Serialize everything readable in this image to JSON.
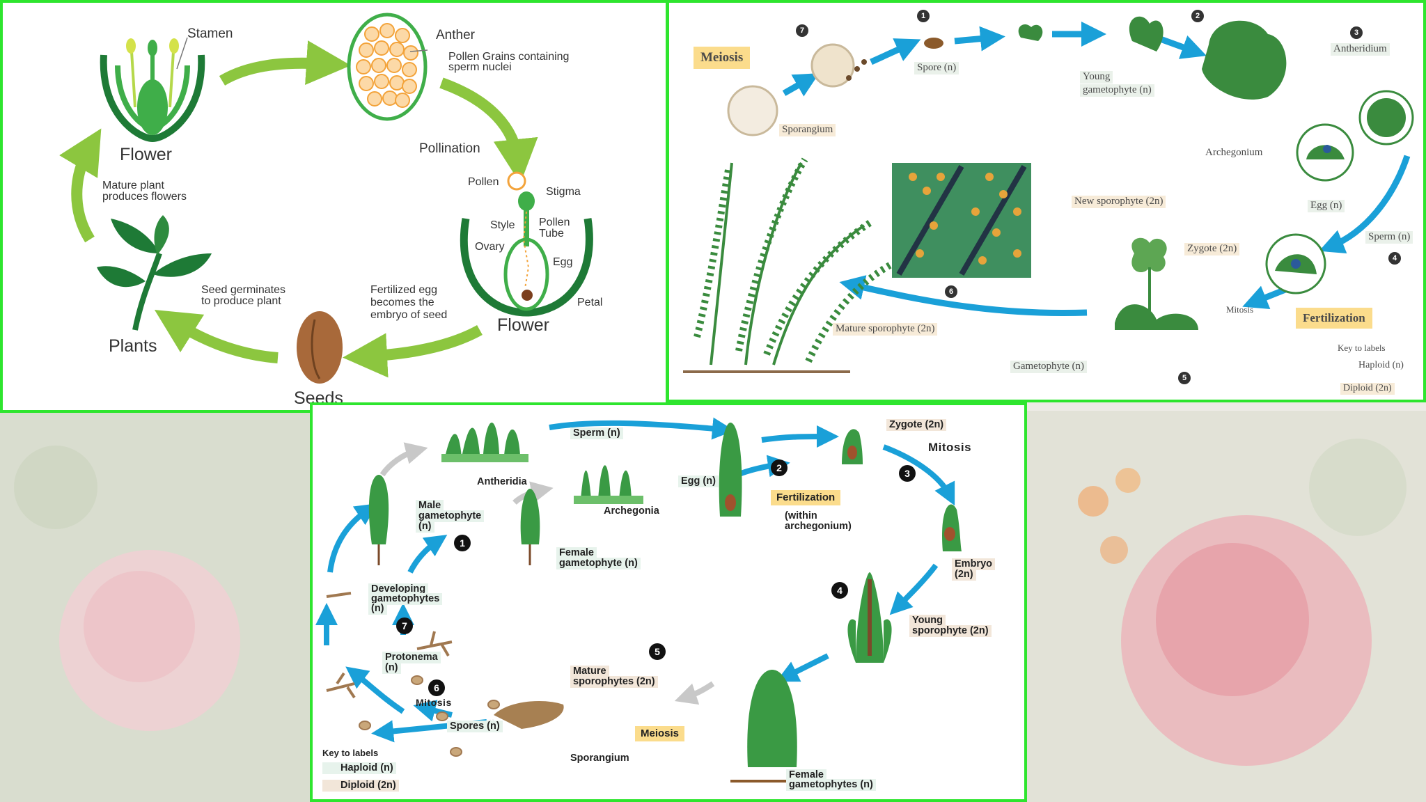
{
  "colors": {
    "panel_border": "#2ee52e",
    "arrow_blue": "#1aa0d8",
    "arrow_green": "#8cc63f",
    "plant_green": "#3c9c46",
    "highlight": "#fbdc8c"
  },
  "flower_cycle": {
    "stamen": "Stamen",
    "anther": "Anther",
    "pollen_grains": [
      "Pollen Grains containing",
      "sperm nuclei"
    ],
    "flower_top": "Flower",
    "pollination": "Pollination",
    "pollen": "Pollen",
    "stigma": "Stigma",
    "style": "Style",
    "pollen_tube": [
      "Pollen",
      "Tube"
    ],
    "ovary": "Ovary",
    "egg": "Egg",
    "petal": "Petal",
    "flower_bottom": "Flower",
    "mature_plant": [
      "Mature plant",
      "produces flowers"
    ],
    "fertilized": [
      "Fertilized egg",
      "becomes the",
      "embryo of seed"
    ],
    "seed_germinates": [
      "Seed germinates",
      "to produce plant"
    ],
    "plants": "Plants",
    "seeds": "Seeds"
  },
  "fern_cycle": {
    "meiosis": "Meiosis",
    "sporangium": "Sporangium",
    "spore": "Spore (n)",
    "young_gametophyte": [
      "Young",
      "gametophyte (n)"
    ],
    "antheridium": "Antheridium",
    "archegonium": "Archegonium",
    "egg": "Egg (n)",
    "sperm": "Sperm (n)",
    "zygote": "Zygote (2n)",
    "new_sporophyte": "New sporophyte (2n)",
    "mitosis": "Mitosis",
    "fertilization": "Fertilization",
    "mature_sporophyte": "Mature sporophyte (2n)",
    "gametophyte": "Gametophyte (n)",
    "key_title": "Key to labels",
    "key_haploid": "Haploid (n)",
    "key_diploid": "Diploid (2n)",
    "steps": [
      "1",
      "2",
      "3",
      "4",
      "5",
      "6",
      "7"
    ]
  },
  "moss_cycle": {
    "sperm": "Sperm (n)",
    "antheridia": "Antheridia",
    "egg": "Egg (n)",
    "archegonia": "Archegonia",
    "zygote": "Zygote (2n)",
    "mitosis_top": "Mitosis",
    "fertilization": "Fertilization",
    "within": [
      "(within",
      "archegonium)"
    ],
    "male_gametophyte": [
      "Male",
      "gametophyte",
      "(n)"
    ],
    "female_gametophyte": [
      "Female",
      "gametophyte (n)"
    ],
    "embryo": [
      "Embryo",
      "(2n)"
    ],
    "developing": [
      "Developing",
      "gametophytes",
      "(n)"
    ],
    "young_sporophyte": [
      "Young",
      "sporophyte (2n)"
    ],
    "protonema": [
      "Protonema",
      "(n)"
    ],
    "mature_sporophytes": [
      "Mature",
      "sporophytes (2n)"
    ],
    "mitosis_bottom": "Mitosis",
    "spores": "Spores (n)",
    "meiosis": "Meiosis",
    "sporangium": "Sporangium",
    "female_gametophytes": [
      "Female",
      "gametophytes (n)"
    ],
    "key_title": "Key to labels",
    "key_haploid": "Haploid (n)",
    "key_diploid": "Diploid (2n)",
    "steps": [
      "1",
      "2",
      "3",
      "4",
      "5",
      "6",
      "7"
    ]
  }
}
